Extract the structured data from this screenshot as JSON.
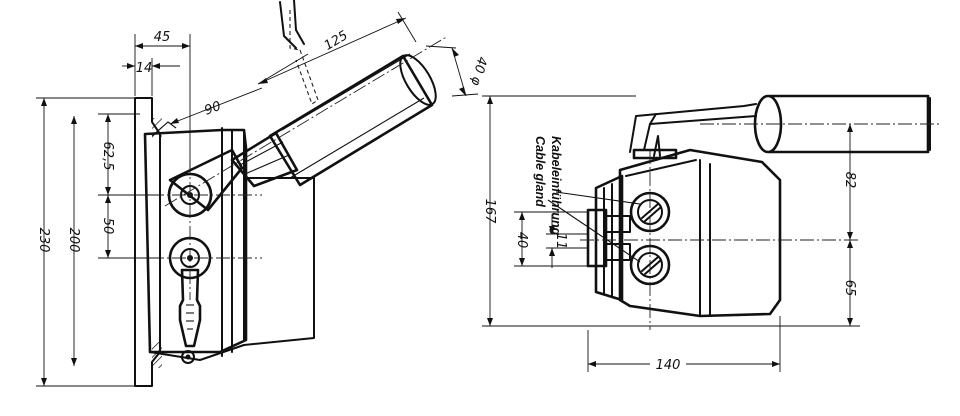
{
  "drawing": {
    "left_view": {
      "dims": {
        "d45": "45",
        "d14": "14",
        "d125": "125",
        "d40phi": "40 φ",
        "d90": "90",
        "d62_5": "62,5",
        "d50": "50",
        "d230": "230",
        "d200": "200"
      }
    },
    "right_view": {
      "labels": {
        "kabel": "Kabeleinführung",
        "cable": "Cable gland"
      },
      "dims": {
        "d167": "167",
        "d40": "40",
        "d11": "11",
        "d82": "82",
        "d65": "65",
        "d140": "140"
      }
    }
  }
}
